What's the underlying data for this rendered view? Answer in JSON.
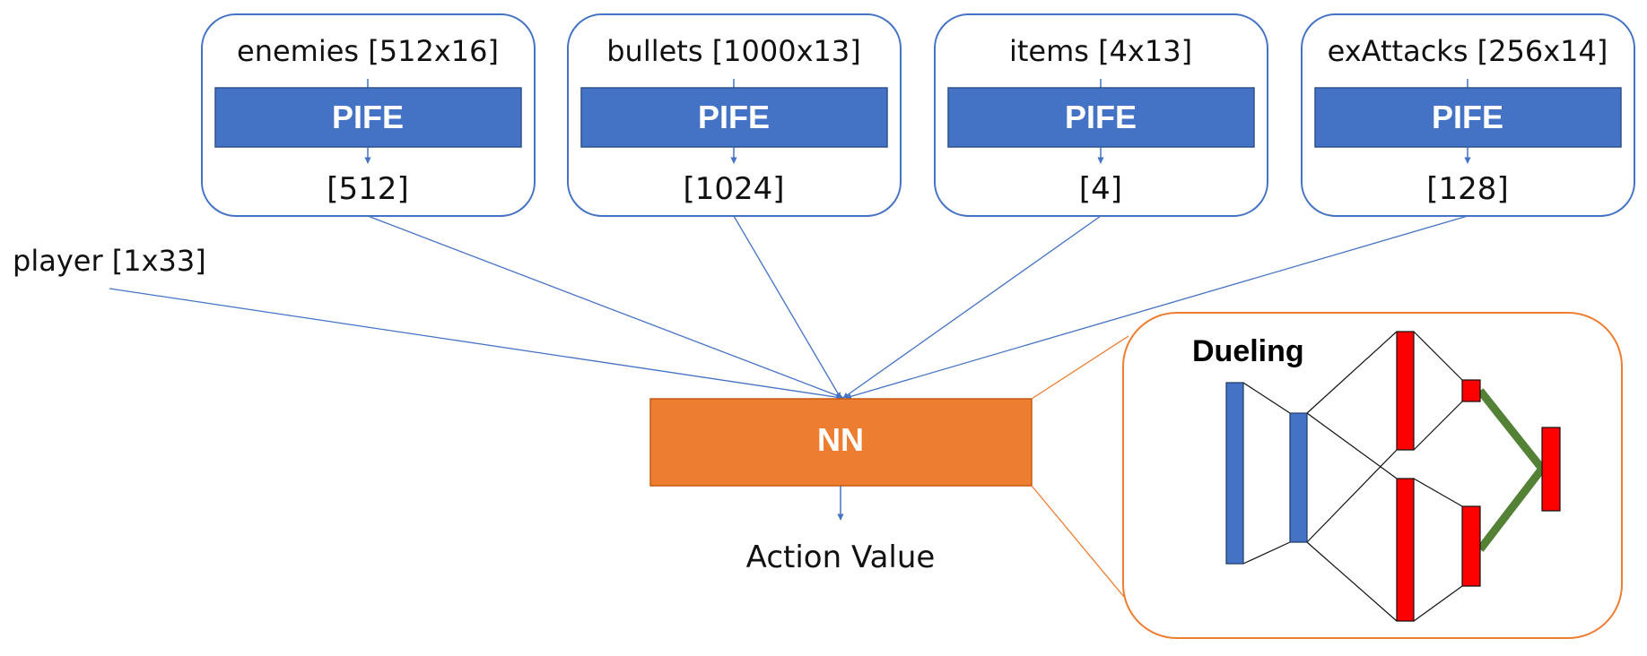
{
  "colors": {
    "box_border": "#4472C4",
    "pife_fill": "#4472C4",
    "nn_fill": "#ED7D31",
    "dueling_border": "#ED7D31",
    "layer_blue": "#4472C4",
    "layer_red": "#FF0000",
    "merge_green": "#538135"
  },
  "inputs": [
    {
      "label": "enemies [512x16]",
      "block": "PIFE",
      "output": "[512]"
    },
    {
      "label": "bullets [1000x13]",
      "block": "PIFE",
      "output": "[1024]"
    },
    {
      "label": "items [4x13]",
      "block": "PIFE",
      "output": "[4]"
    },
    {
      "label": "exAttacks [256x14]",
      "block": "PIFE",
      "output": "[128]"
    }
  ],
  "player": {
    "label": "player [1x33]"
  },
  "network": {
    "label": "NN",
    "output": "Action Value"
  },
  "dueling": {
    "title": "Dueling"
  }
}
